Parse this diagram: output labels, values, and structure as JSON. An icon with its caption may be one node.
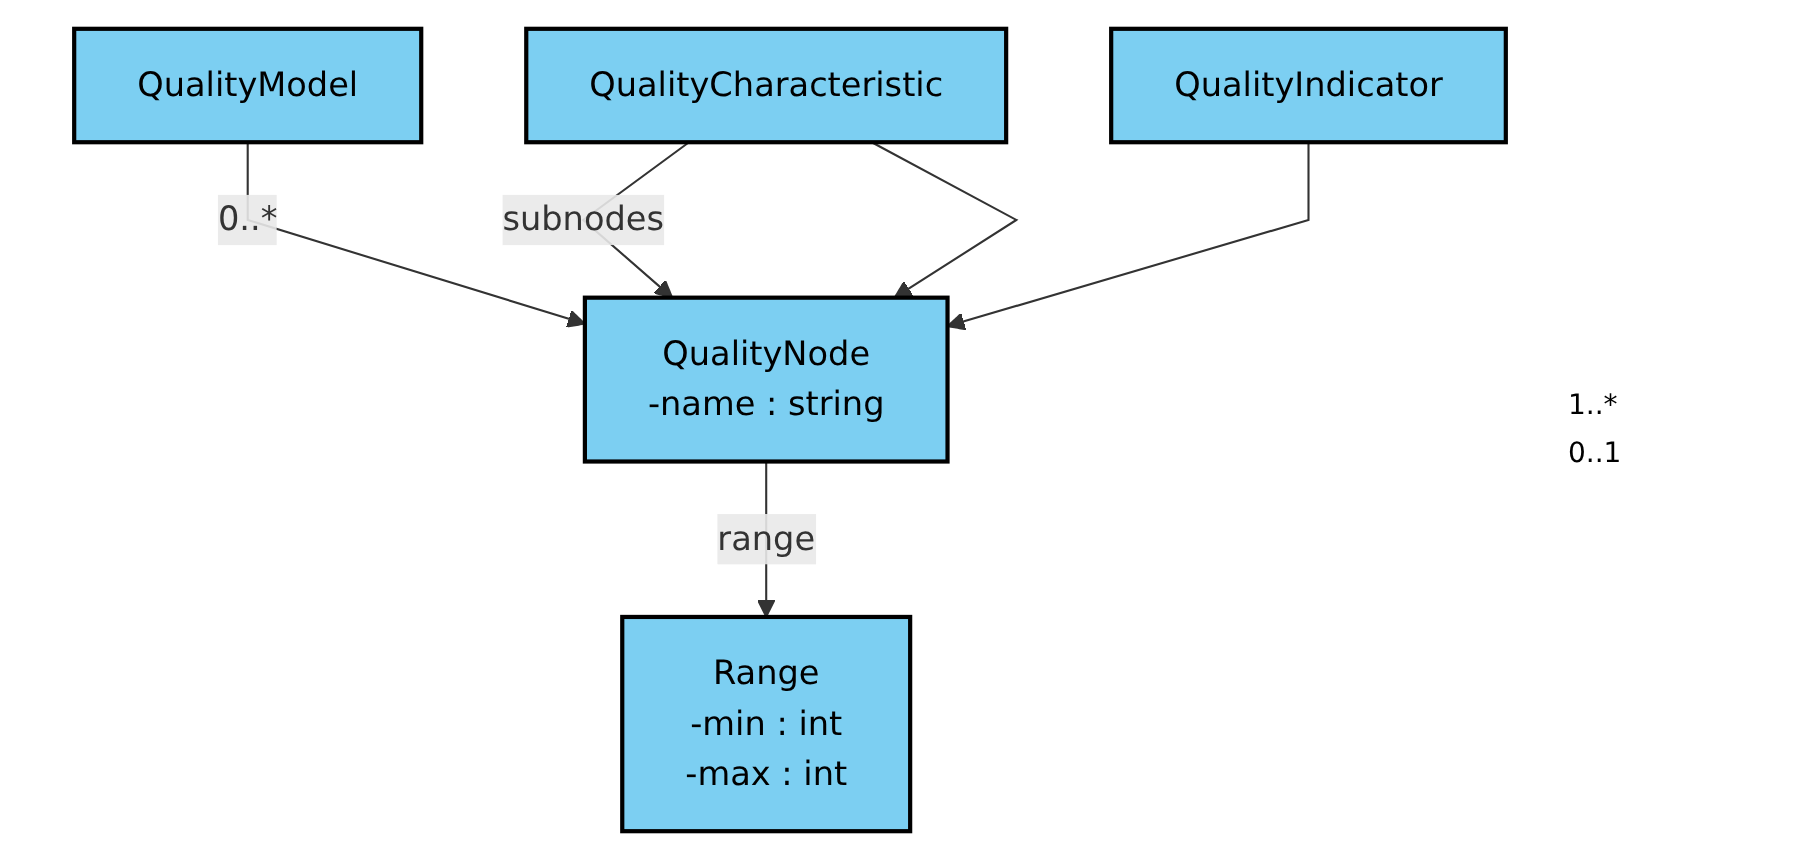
{
  "diagram": {
    "nodes": [
      {
        "text": [
          "QualityModel"
        ]
      },
      {
        "text": [
          "QualityNode",
          "-name : string"
        ]
      },
      {
        "text": [
          "Range",
          "-min : int",
          "-max : int"
        ]
      },
      {
        "text": [
          "QualityCharacteristic"
        ]
      },
      {
        "text": [
          "QualityIndicator"
        ]
      }
    ],
    "edges": [
      {
        "from": 0,
        "to": 1,
        "arrow": "to",
        "label": "0..*"
      },
      {
        "from": 3,
        "to": 1,
        "arrow": "to",
        "label": "subnodes"
      },
      {
        "from": 1,
        "to": 2,
        "arrow": "to",
        "label": "range"
      },
      {
        "from": 3,
        "to": 1,
        "arrow": "to"
      },
      {
        "from": 4,
        "to": 1,
        "arrow": "to"
      }
    ],
    "labels": [
      "1..*",
      "0..1"
    ]
  }
}
